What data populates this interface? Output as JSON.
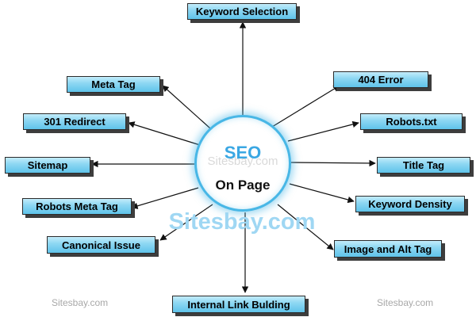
{
  "hub": {
    "title": "SEO",
    "subtitle": "On Page",
    "watermark": "Sitesbay.com"
  },
  "nodes": [
    {
      "id": "keyword-selection",
      "label": "Keyword Selection"
    },
    {
      "id": "meta-tag",
      "label": "Meta Tag"
    },
    {
      "id": "404-error",
      "label": "404 Error"
    },
    {
      "id": "301-redirect",
      "label": "301 Redirect"
    },
    {
      "id": "robots-txt",
      "label": "Robots.txt"
    },
    {
      "id": "sitemap",
      "label": "Sitemap"
    },
    {
      "id": "title-tag",
      "label": "Title Tag"
    },
    {
      "id": "robots-meta-tag",
      "label": "Robots Meta Tag"
    },
    {
      "id": "keyword-density",
      "label": "Keyword Density"
    },
    {
      "id": "canonical-issue",
      "label": "Canonical Issue"
    },
    {
      "id": "image-and-alt-tag",
      "label": "Image and Alt Tag"
    },
    {
      "id": "internal-link-bulding",
      "label": "Internal Link Bulding"
    }
  ],
  "watermarks": {
    "center": "Sitesbay.com",
    "bottom_left": "Sitesbay.com",
    "bottom_right": "Sitesbay.com"
  }
}
